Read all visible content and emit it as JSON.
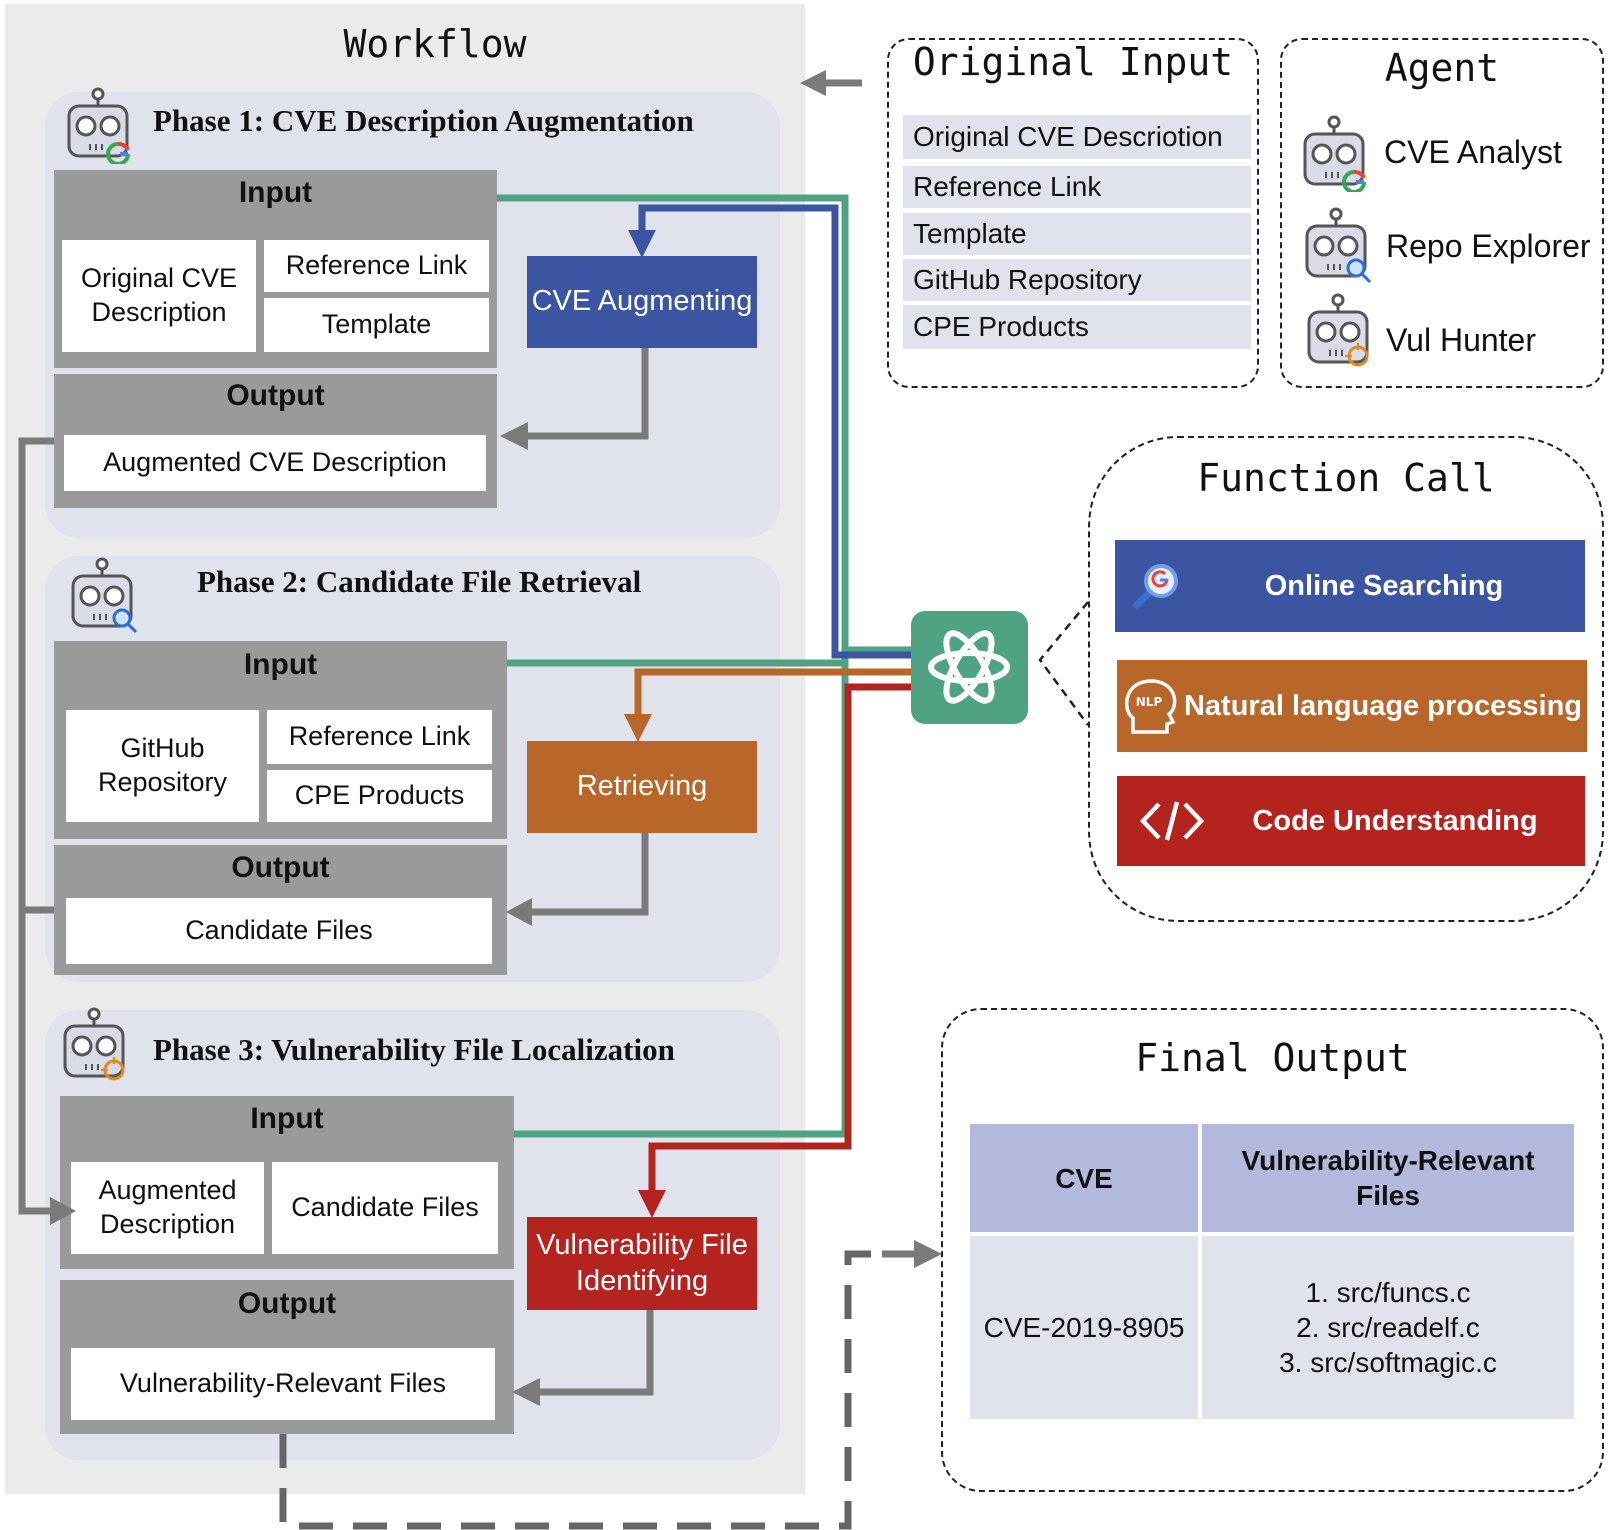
{
  "workflow": {
    "title": "Workflow",
    "phase1": {
      "title": "Phase 1: CVE Description Augmentation",
      "input_label": "Input",
      "inputs": [
        "Original CVE Description",
        "Reference Link",
        "Template"
      ],
      "process": "CVE Augmenting",
      "output_label": "Output",
      "output": "Augmented CVE Description"
    },
    "phase2": {
      "title": "Phase 2: Candidate File Retrieval",
      "input_label": "Input",
      "inputs": [
        "GitHub Repository",
        "Reference Link",
        "CPE Products"
      ],
      "process": "Retrieving",
      "output_label": "Output",
      "output": "Candidate Files"
    },
    "phase3": {
      "title": "Phase 3: Vulnerability File Localization",
      "input_label": "Input",
      "inputs": [
        "Augmented Description",
        "Candidate Files"
      ],
      "process": "Vulnerability File Identifying",
      "output_label": "Output",
      "output": "Vulnerability-Relevant Files"
    }
  },
  "original_input": {
    "title": "Original Input",
    "items": [
      "Original CVE Descriotion",
      "Reference Link",
      "Template",
      "GitHub Repository",
      "CPE Products"
    ]
  },
  "agent": {
    "title": "Agent",
    "items": [
      {
        "name": "CVE Analyst",
        "badge": "google-badge-icon"
      },
      {
        "name": "Repo Explorer",
        "badge": "magnifier-badge-icon"
      },
      {
        "name": "Vul Hunter",
        "badge": "target-badge-icon"
      }
    ]
  },
  "function_call": {
    "title": "Function Call",
    "items": [
      {
        "label": "Online Searching",
        "color": "#3b55a3",
        "icon": "search-icon"
      },
      {
        "label": "Natural language processing",
        "color": "#b8662a",
        "icon": "nlp-head-icon",
        "icon_text": "NLP"
      },
      {
        "label": "Code Understanding",
        "color": "#b5231f",
        "icon": "code-icon"
      }
    ]
  },
  "final_output": {
    "title": "Final Output",
    "headers": [
      "CVE",
      "Vulnerability-Relevant Files"
    ],
    "row": {
      "cve": "CVE-2019-8905",
      "files": [
        "1. src/funcs.c",
        "2. src/readelf.c",
        "3. src/softmagic.c"
      ]
    }
  },
  "colors": {
    "green": "#4fa383",
    "blue": "#3b55a3",
    "orange": "#b8662a",
    "red": "#b5231f",
    "gray": "#7a7a7a",
    "table_header": "#b3b9dc",
    "table_body": "#e1e3ec"
  },
  "icons": {
    "llm": "openai-logo-icon",
    "robot": "robot-icon"
  }
}
